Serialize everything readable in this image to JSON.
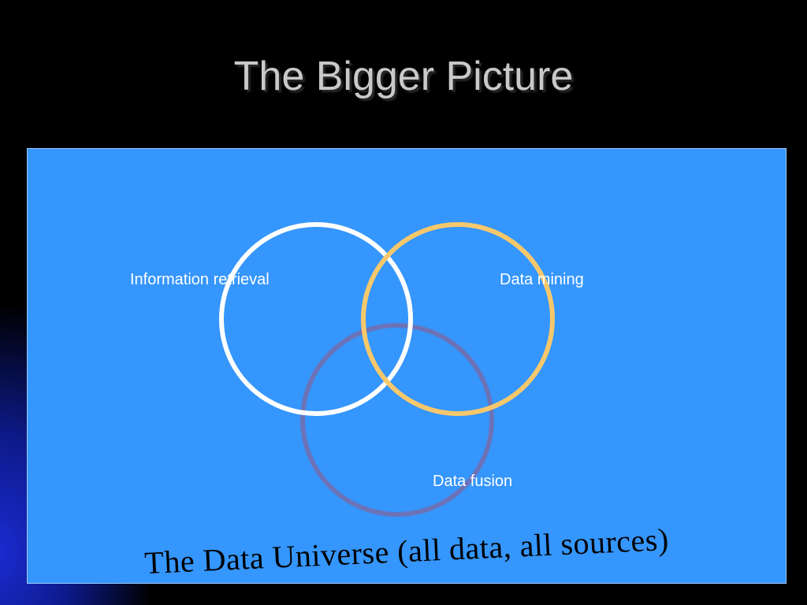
{
  "slide": {
    "title": "The Bigger Picture"
  },
  "diagram": {
    "circles": [
      {
        "name": "information-retrieval",
        "label": "Information retrieval",
        "color": "#ffffff"
      },
      {
        "name": "data-mining",
        "label": "Data mining",
        "color": "#f7c86b"
      },
      {
        "name": "data-fusion",
        "label": "Data fusion",
        "color": "#6b73b8"
      }
    ],
    "universe_label": "The Data Universe (all data, all sources)",
    "background_color": "#3596fd"
  }
}
